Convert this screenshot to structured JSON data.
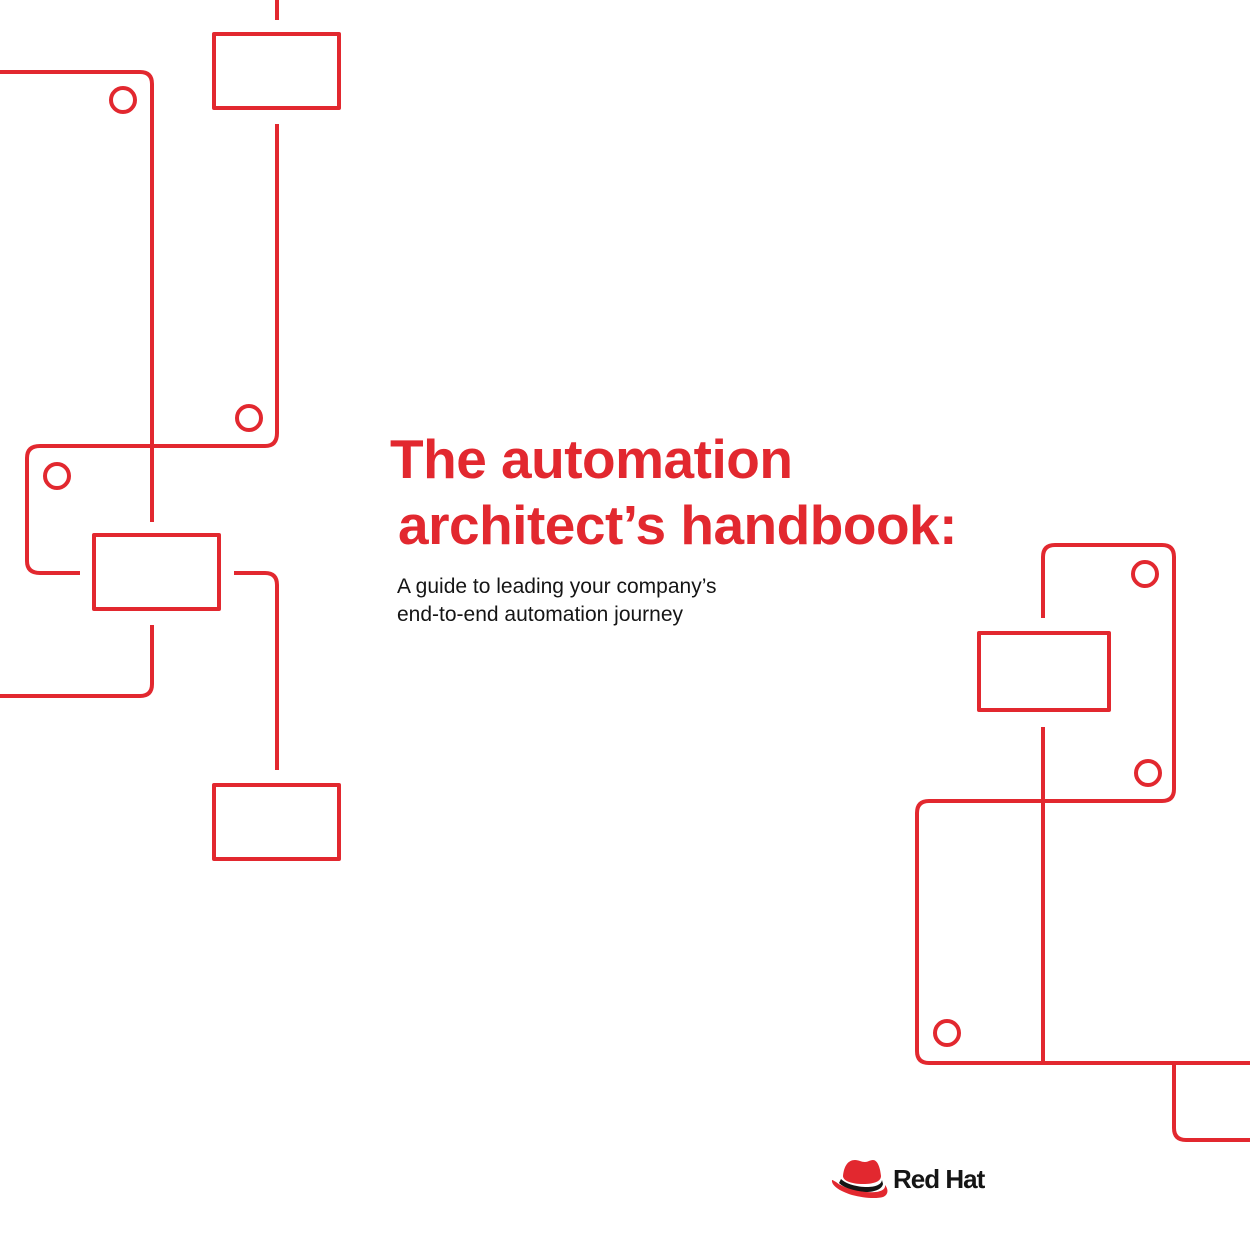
{
  "cover": {
    "title_line_1": "The automation",
    "title_line_2": "architect’s handbook:",
    "subtitle_line_1": "A guide to leading your company’s",
    "subtitle_line_2": "end-to-end automation journey"
  },
  "brand": {
    "name": "Red Hat",
    "logo_icon": "red-hat-fedora-icon"
  },
  "colors": {
    "accent": "#e2282f",
    "text": "#151515",
    "background": "#ffffff"
  }
}
